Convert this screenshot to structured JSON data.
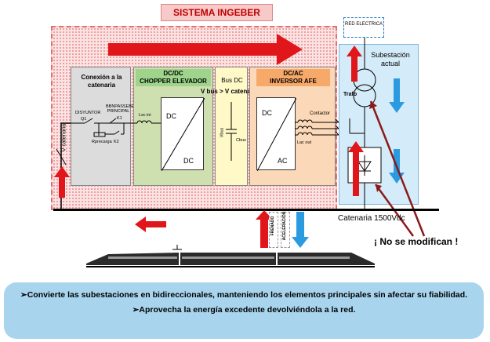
{
  "title": "SISTEMA INGEBER",
  "blocks": {
    "connection": {
      "title": "Conexión a la catenaria"
    },
    "chopper": {
      "title": "DC/DC",
      "subtitle": "CHOPPER ELEVADOR",
      "conv_top": "DC",
      "conv_bottom": "DC"
    },
    "bus": {
      "title": "Bus DC"
    },
    "afe": {
      "title": "DC/AC",
      "subtitle": "INVERSOR AFE",
      "conv_top": "DC",
      "conv_bottom": "AC"
    }
  },
  "circuit_labels": {
    "disyuntor": "DISYUNTOR",
    "q1": "Q1",
    "bypass": "BBNPASSEBE PRINCIPAL",
    "k1": "K1",
    "k2": "K2",
    "rprecarga": "Rprecarga",
    "lsc_ini": "Lsc ini",
    "vbus_cond": "V bus > V catenaria",
    "vbus": "Vbus",
    "cbus": "Cbus",
    "contactor": "Contactor",
    "lac_out": "Lac out",
    "vcatenaria": "V catenaria"
  },
  "substation": {
    "red_electrica": "RED ELECTRICA",
    "label": "Subestación actual",
    "trafo": "Trafo"
  },
  "catenaria": "Catenaria 1500Vdc",
  "flow_labels": {
    "frenado": "FRENADO",
    "aceleracion": "ACELERACIÓN"
  },
  "no_modifican": "¡ No se modifican !",
  "bullets": [
    "➢Convierte las subestaciones en bidireccionales, manteniendo los elementos principales sin afectar su fiabilidad.",
    "➢Aprovecha la energía excedente devolviéndola a la red."
  ],
  "colors": {
    "title_red": "#c00000",
    "arrow_red": "#e0161b",
    "arrow_blue": "#2a9be0",
    "chopper_green": "#cfe0b0",
    "afe_orange": "#fbd9b8",
    "bus_yellow": "#fff9c8",
    "substation_blue": "#d4ecf9",
    "panel_blue": "#a8d4ee"
  }
}
